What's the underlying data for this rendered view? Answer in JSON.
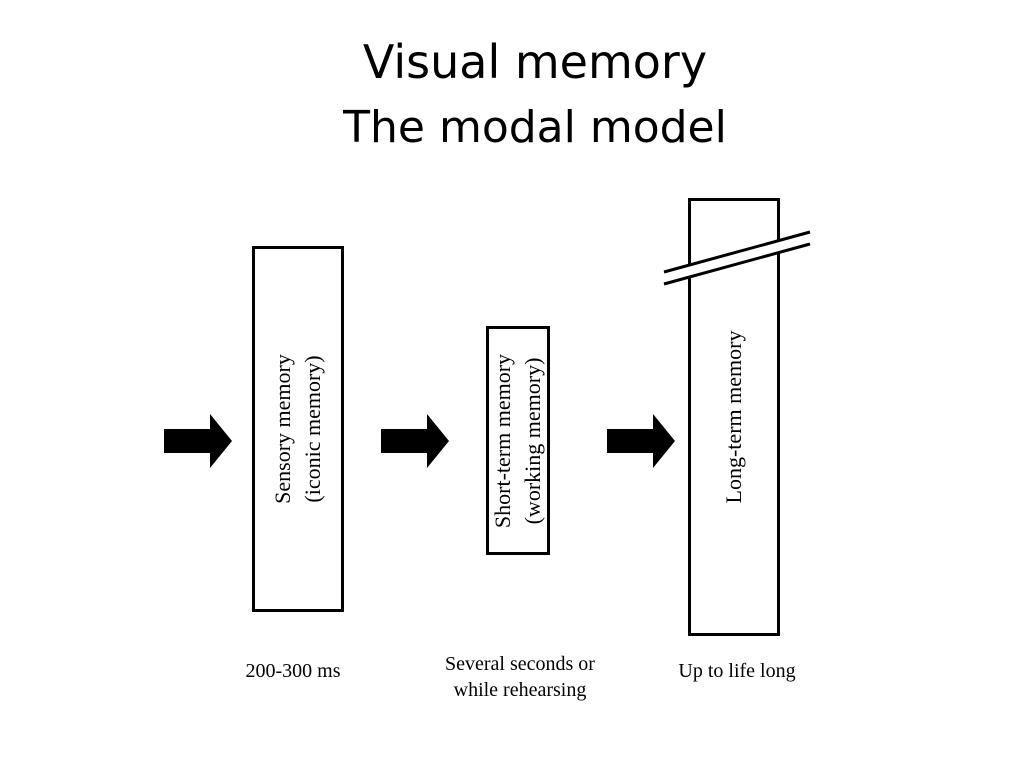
{
  "slide": {
    "title": "Visual memory",
    "subtitle": "The modal model"
  },
  "stages": [
    {
      "label_line1": "Sensory memory",
      "label_line2": "(iconic memory)",
      "duration_line1": "200-300 ms",
      "duration_line2": ""
    },
    {
      "label_line1": "Short-term memory",
      "label_line2": "(working memory)",
      "duration_line1": "Several seconds or",
      "duration_line2": "while rehearsing"
    },
    {
      "label_line1": "Long-term memory",
      "label_line2": "",
      "duration_line1": "Up to life long",
      "duration_line2": ""
    }
  ],
  "colors": {
    "ink": "#000000",
    "background": "#ffffff"
  },
  "icons": [
    "right-arrow-icon",
    "break-mark-icon"
  ]
}
